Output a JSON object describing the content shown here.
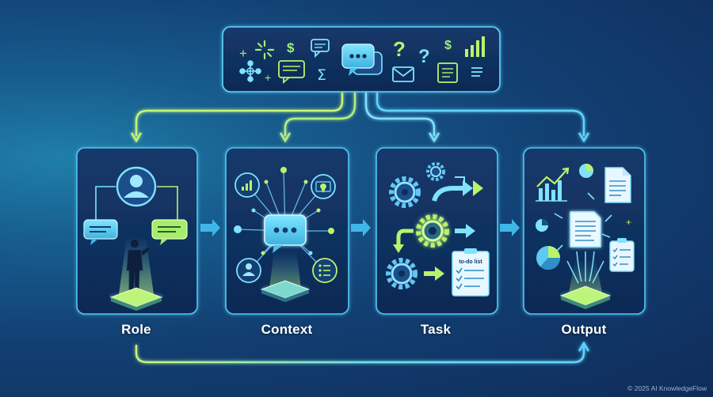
{
  "stages": [
    {
      "label": "Role"
    },
    {
      "label": "Context"
    },
    {
      "label": "Task"
    },
    {
      "label": "Output"
    }
  ],
  "task_panel": {
    "todo_label": "to-do list"
  },
  "top_panel": {
    "symbols": [
      "+",
      "$",
      "?",
      "?",
      "$",
      "Σ",
      "+"
    ]
  },
  "footer": {
    "copyright": "© 2025 AI KnowledgeFlow"
  },
  "colors": {
    "cyan": "#5fd6ff",
    "lime": "#b9f36b",
    "panel": "#10305f"
  }
}
